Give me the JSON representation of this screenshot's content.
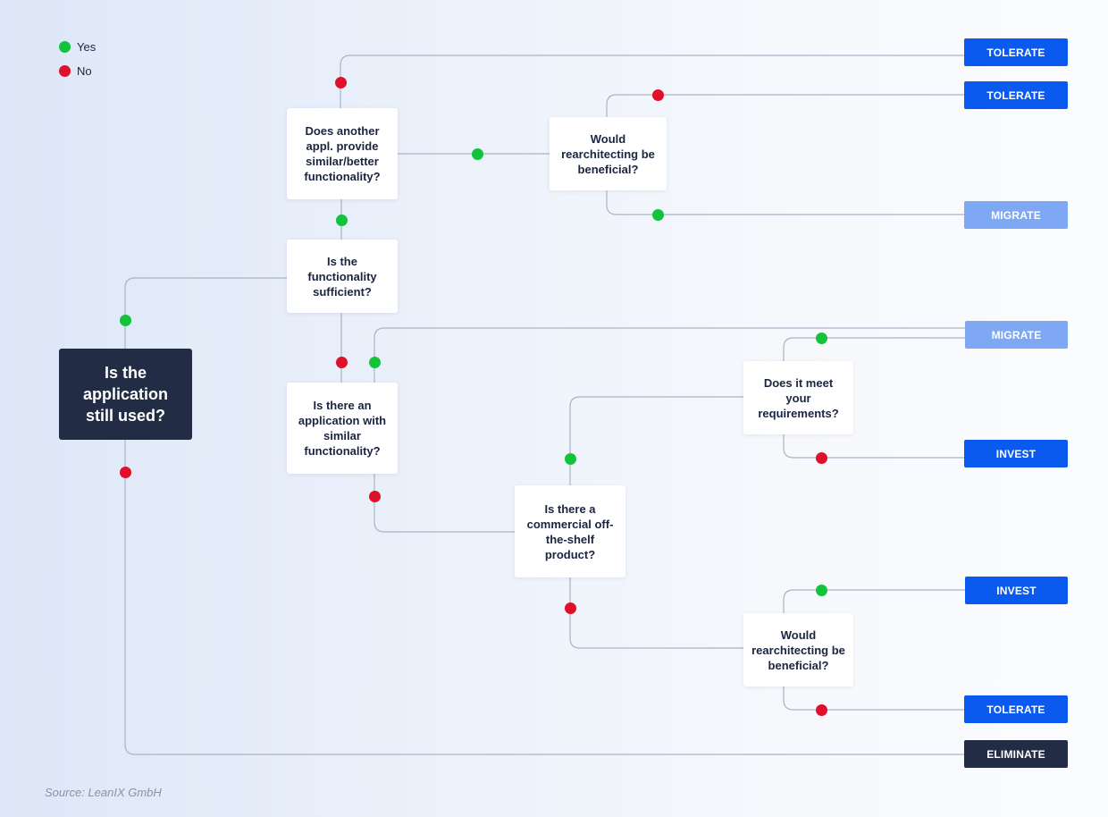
{
  "legend": {
    "yes_label": "Yes",
    "no_label": "No",
    "yes_color": "#14c33c",
    "no_color": "#e0102a"
  },
  "root": {
    "text": "Is the application still used?"
  },
  "questions": {
    "q_another_appl": "Does another appl. provide similar/better functionality?",
    "q_rearch_top": "Would rearchitecting be beneficial?",
    "q_func_sufficient": "Is the functionality sufficient?",
    "q_similar_app": "Is there an application with similar functionality?",
    "q_meet_req": "Does it meet your requirements?",
    "q_cots": "Is there a commercial off-the-shelf product?",
    "q_rearch_bottom": "Would rearchitecting be beneficial?"
  },
  "outcomes": {
    "tolerate_1": "TOLERATE",
    "tolerate_2": "TOLERATE",
    "migrate_1": "MIGRATE",
    "migrate_2": "MIGRATE",
    "invest_1": "INVEST",
    "invest_2": "INVEST",
    "tolerate_3": "TOLERATE",
    "eliminate": "ELIMINATE"
  },
  "outcome_colors": {
    "tolerate": "#0a5af0",
    "invest": "#0a5af0",
    "migrate": "#7ea7f4",
    "eliminate": "#232c45"
  },
  "line_color": "#aab3c5",
  "source": "Source: LeanIX GmbH"
}
